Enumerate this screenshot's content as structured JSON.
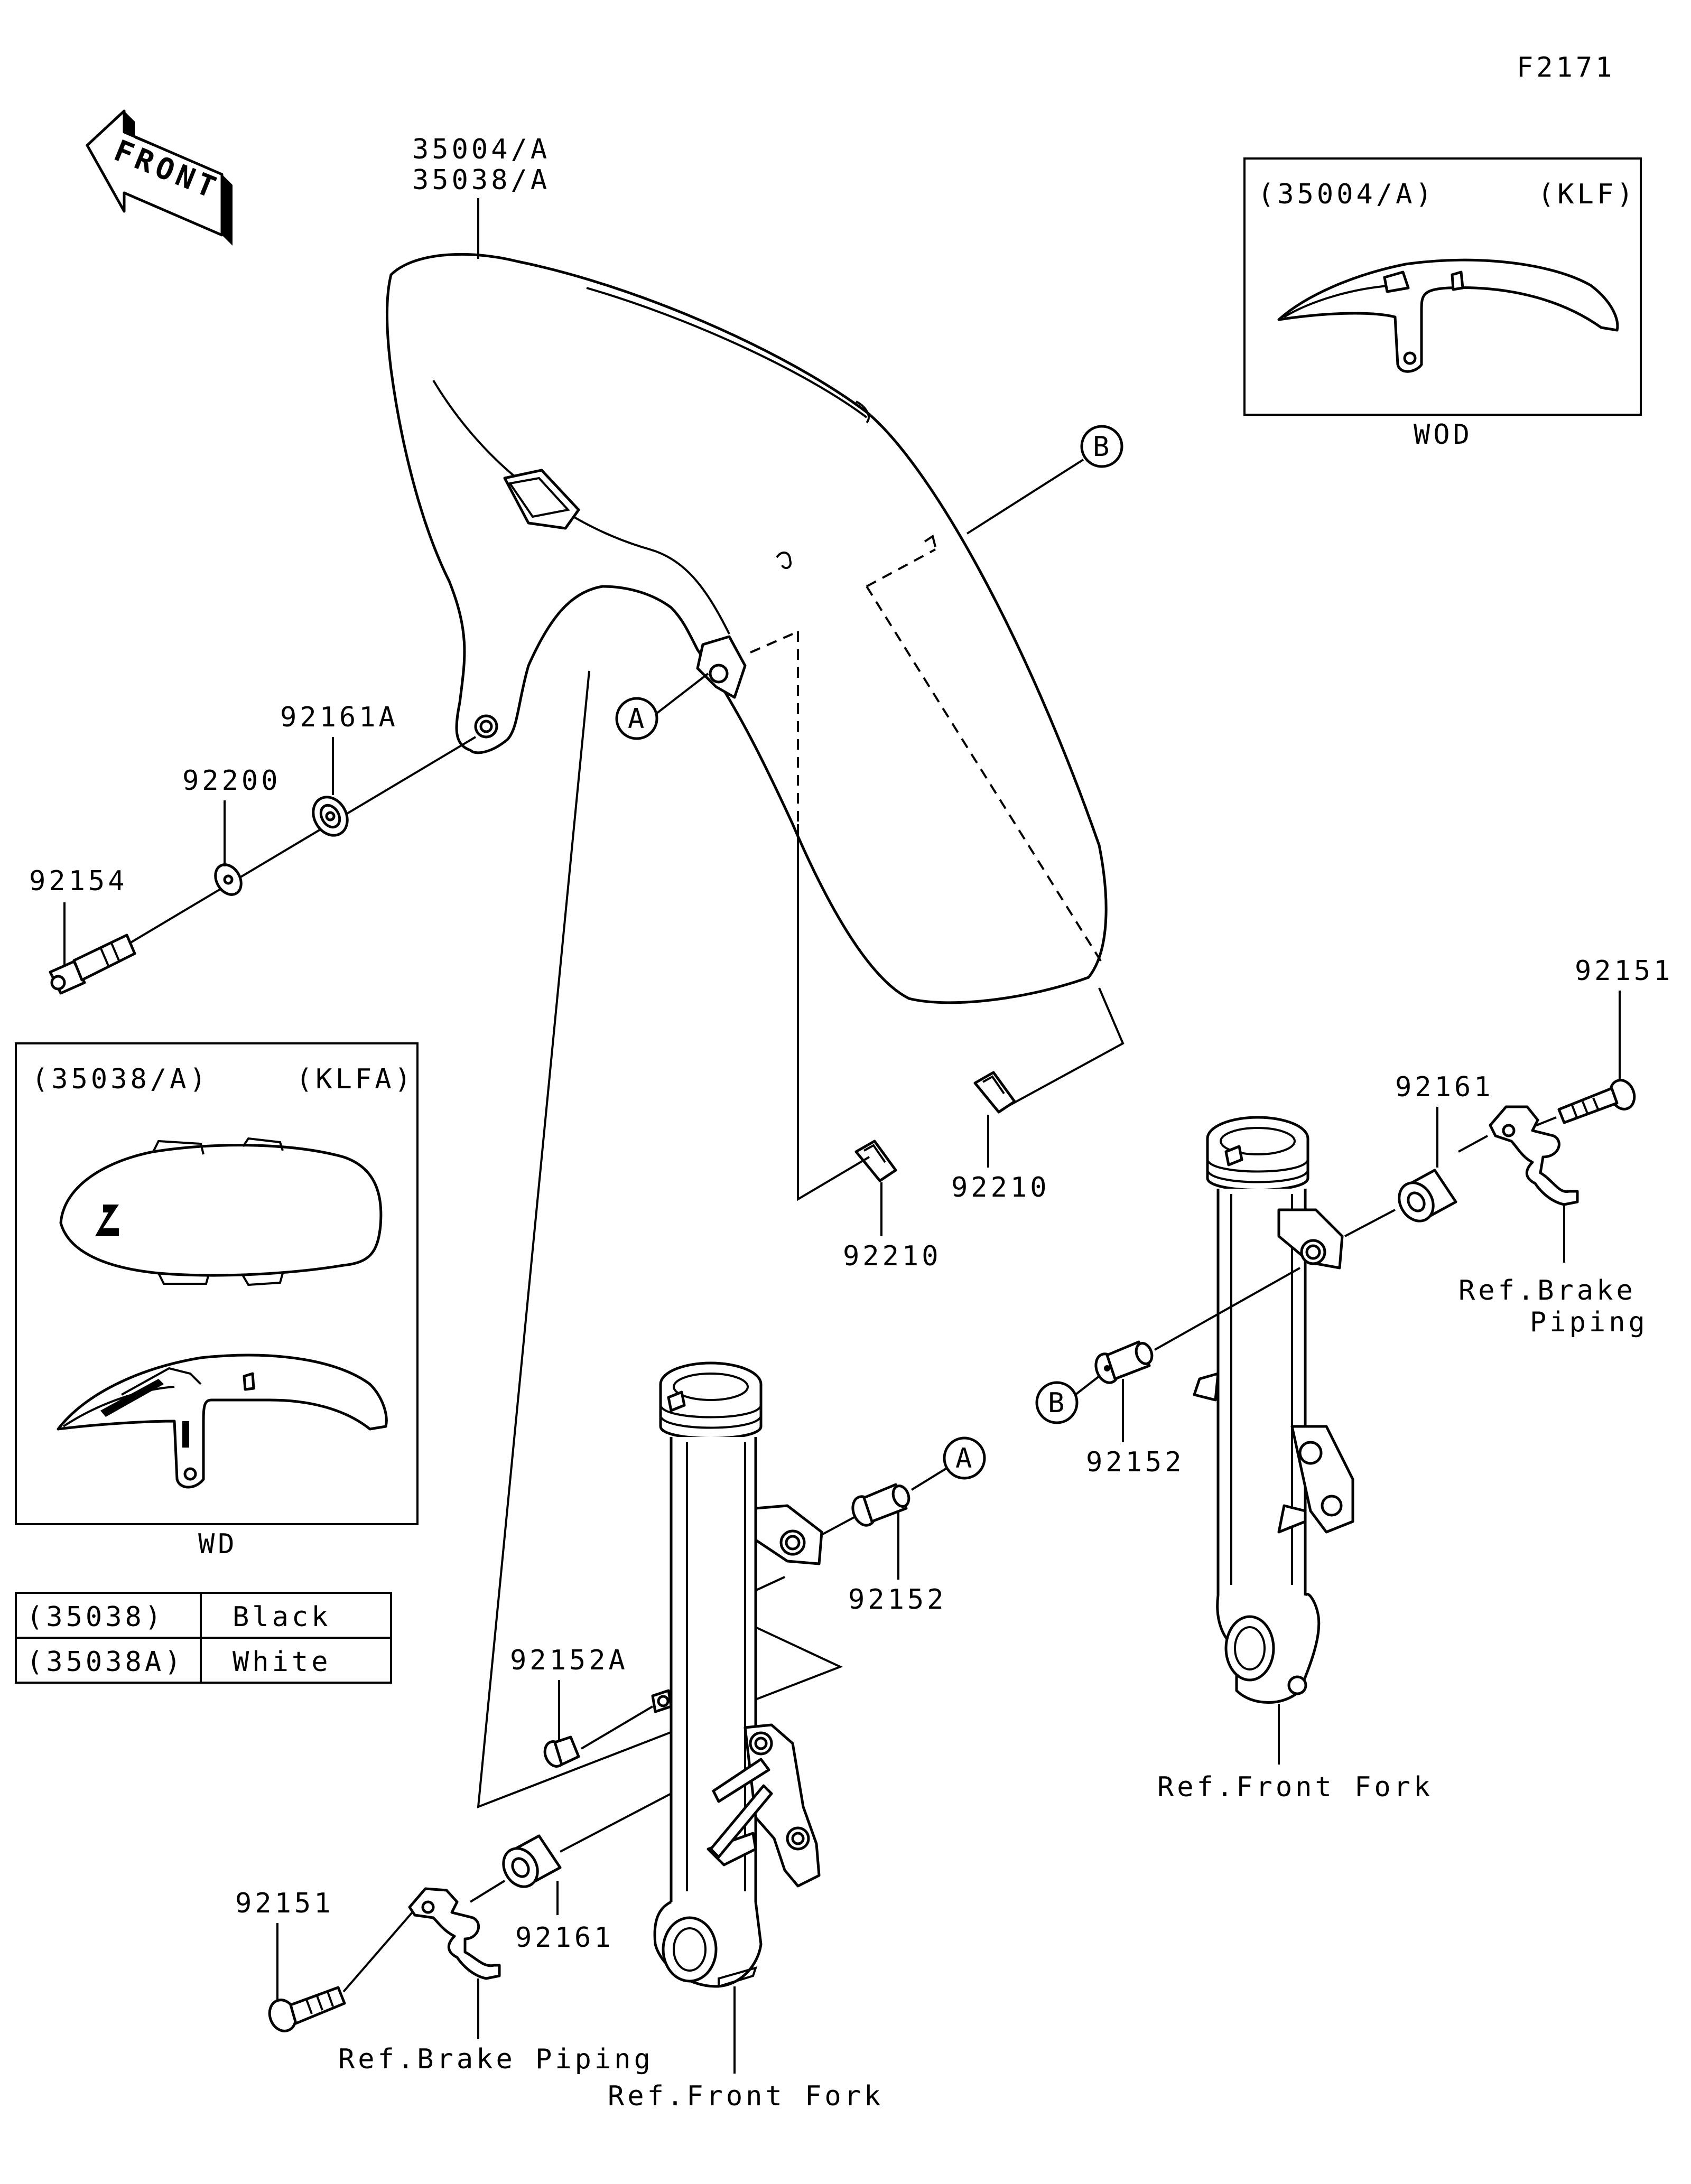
{
  "figure_code": "F2171",
  "front_arrow_text": "FRONT",
  "parts": {
    "fender_a": "35004/A",
    "fender_b": "35038/A",
    "grommet_top": "92161A",
    "washer": "92200",
    "bolt_left": "92154",
    "clip_right": "92210",
    "clip_center": "92210",
    "bolt_right": "92151",
    "collar_right": "92161",
    "bushing_right": "92152",
    "bushing_center": "92152",
    "bushing_a": "92152A",
    "collar_left": "92161",
    "bolt_bottom": "92151"
  },
  "references": {
    "brake_piping_right_line1": "Ref.Brake",
    "brake_piping_right_line2": "Piping",
    "front_fork_right": "Ref.Front Fork",
    "brake_piping_left": "Ref.Brake Piping",
    "front_fork_left": "Ref.Front Fork"
  },
  "callouts": {
    "a_upper": "A",
    "b_upper": "B",
    "a_lower": "A",
    "b_lower": "B"
  },
  "inset_klf": {
    "part_ref": "(35004/A)",
    "variant": "(KLF)",
    "caption": "WOD"
  },
  "inset_klfa": {
    "part_ref": "(35038/A)",
    "variant": "(KLFA)",
    "caption": "WD"
  },
  "color_table": {
    "rows": [
      {
        "part": "(35038)",
        "color": "Black"
      },
      {
        "part": "(35038A)",
        "color": "White"
      }
    ]
  }
}
